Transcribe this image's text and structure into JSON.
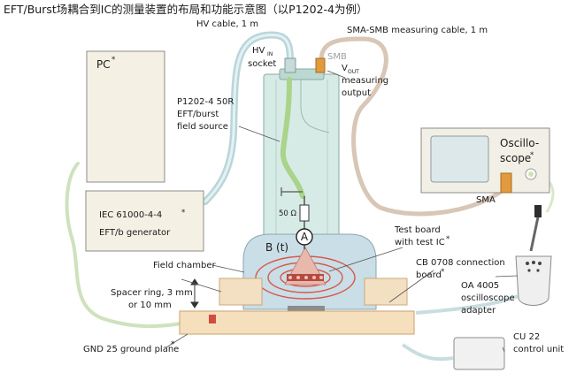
{
  "title": "EFT/Burst场耦合到IC的测量装置的布局和功能示意图（以P1202-4为例）",
  "labels": {
    "hv_cable": "HV cable, 1 m",
    "hv_in_main": "HV",
    "hv_in_sub": "IN",
    "hv_in_line2": "socket",
    "smb": "SMB",
    "v_out_main": "V",
    "v_out_sub": "OUT",
    "v_out_line2": "measuring",
    "v_out_line3": "output",
    "sma_smb_cable": "SMA-SMB measuring cable, 1 m",
    "pc": "PC",
    "pc_mark": "*",
    "source_line1": "P1202-4 50R",
    "source_line2": "EFT/burst",
    "source_line3": "field source",
    "oscilloscope_line1": "Oscillo-",
    "oscilloscope_line2": "scope",
    "oscilloscope_mark": "*",
    "sma": "SMA",
    "generator_line1": "IEC 61000-4-4",
    "generator_mark": "*",
    "generator_line2": "EFT/b generator",
    "resistor": "50 Ω",
    "ammeter": "A",
    "field": "B (t)",
    "test_board_line1": "Test board",
    "test_board_line2": "with test IC",
    "test_board_mark": "*",
    "field_chamber": "Field chamber",
    "connection_board_line1": "CB 0708 connection",
    "connection_board_line2": "board",
    "connection_board_mark": "*",
    "spacer_line1": "Spacer ring, 3 mm",
    "spacer_line2": "or 10 mm",
    "adapter_line1": "OA 4005",
    "adapter_line2": "oscilloscope",
    "adapter_line3": "adapter",
    "ground_plane": "GND 25 ground plane",
    "ground_plane_mark": "*",
    "control_unit_line1": "CU 22",
    "control_unit_line2": "control unit"
  },
  "colors": {
    "cable": "#c9dde0",
    "source_body": "#d8ece8",
    "green_lead": "#a9d48a",
    "plate": "#f6e1c4",
    "field_loops": "#d9564a",
    "pc_box": "#f4f0e3",
    "box_border": "#7a7a7a",
    "connector": "#e19a3d"
  }
}
